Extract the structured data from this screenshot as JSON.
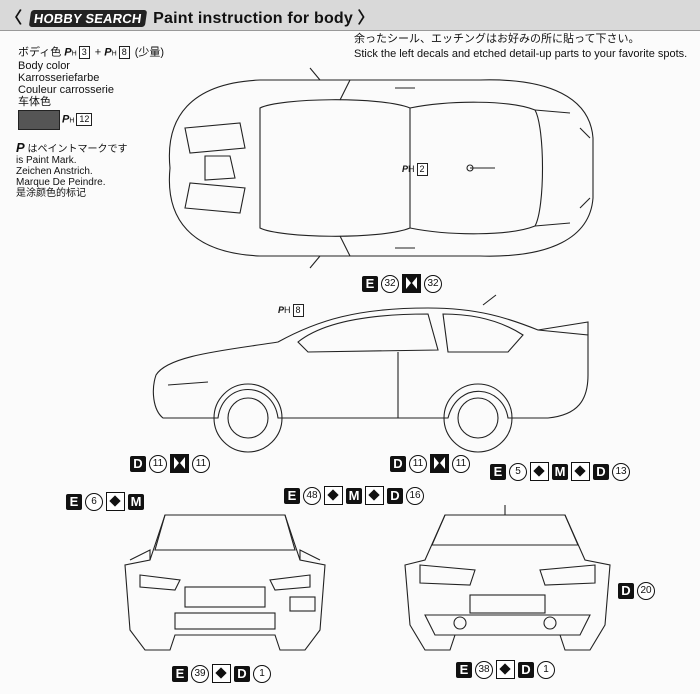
{
  "header": {
    "title": "〈 HOBBY SEARCH Paint instruction for body 〉",
    "open": "〈",
    "logo": "HOBBY SEARCH",
    "text": "Paint instruction for body",
    "close": "〉"
  },
  "instruction": {
    "jp": "余ったシール、エッチングはお好みの所に貼って下さい。",
    "en": "Stick the left decals and etched detail-up parts to your favorite spots."
  },
  "legend": {
    "body_color_jp": "ボディ色",
    "code_a": "3",
    "plus": "+",
    "code_b": "8",
    "small_amount": "(少量)",
    "lines": [
      "Body color",
      "Karrosseriefarbe",
      "Couleur carrosserie",
      "车体色"
    ],
    "swatch_code": "12",
    "swatch_color": "#555555"
  },
  "paint_note": {
    "symbol": "P",
    "lines": [
      "はペイントマークです",
      "is Paint Mark.",
      "Zeichen Anstrich.",
      "Marque De Peindre.",
      "是涂颜色的标记"
    ]
  },
  "paint_labels": {
    "roof": "2",
    "side": "8"
  },
  "callouts": {
    "top": {
      "e": "E",
      "num1": "32",
      "num2": "32"
    },
    "left_wheel": {
      "d": "D",
      "num1": "11",
      "num2": "11"
    },
    "right_wheel": {
      "d": "D",
      "num1": "11",
      "num2": "11"
    },
    "rear_top": {
      "e": "E",
      "num": "5",
      "m": "M",
      "d": "D",
      "num2": "13"
    },
    "front_top": {
      "e": "E",
      "num": "6",
      "m": "M"
    },
    "middle": {
      "e": "E",
      "num": "48",
      "m": "M",
      "d": "D",
      "num2": "16"
    },
    "rear_side": {
      "d": "D",
      "num": "20"
    },
    "front_bottom": {
      "e": "E",
      "num": "39",
      "d": "D",
      "num2": "1"
    },
    "rear_bottom": {
      "e": "E",
      "num": "38",
      "d": "D",
      "num2": "1"
    }
  }
}
